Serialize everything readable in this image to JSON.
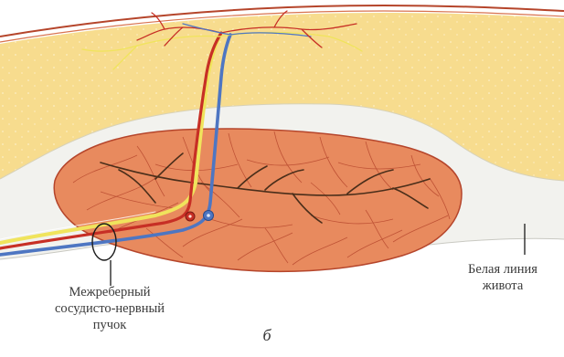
{
  "labels": {
    "intercostal_bundle": "Межреберный\nсосудисто-нервный\nпучок",
    "linea_alba": "Белая линия\nживота",
    "figure_letter": "б"
  },
  "colors": {
    "fat": "#f7dc8e",
    "skin_outline": "#b5452b",
    "fascia": "#f2f2ee",
    "muscle": "#e88a5e",
    "muscle_fibers": "#b5452b",
    "nerve": "#f0e45c",
    "artery": "#c72f25",
    "vein": "#4e76c2",
    "nerve_branch": "#4a2e1a"
  },
  "icons": {
    "bundle_marker": "ellipse-outline-icon",
    "pointer": "leader-line"
  }
}
